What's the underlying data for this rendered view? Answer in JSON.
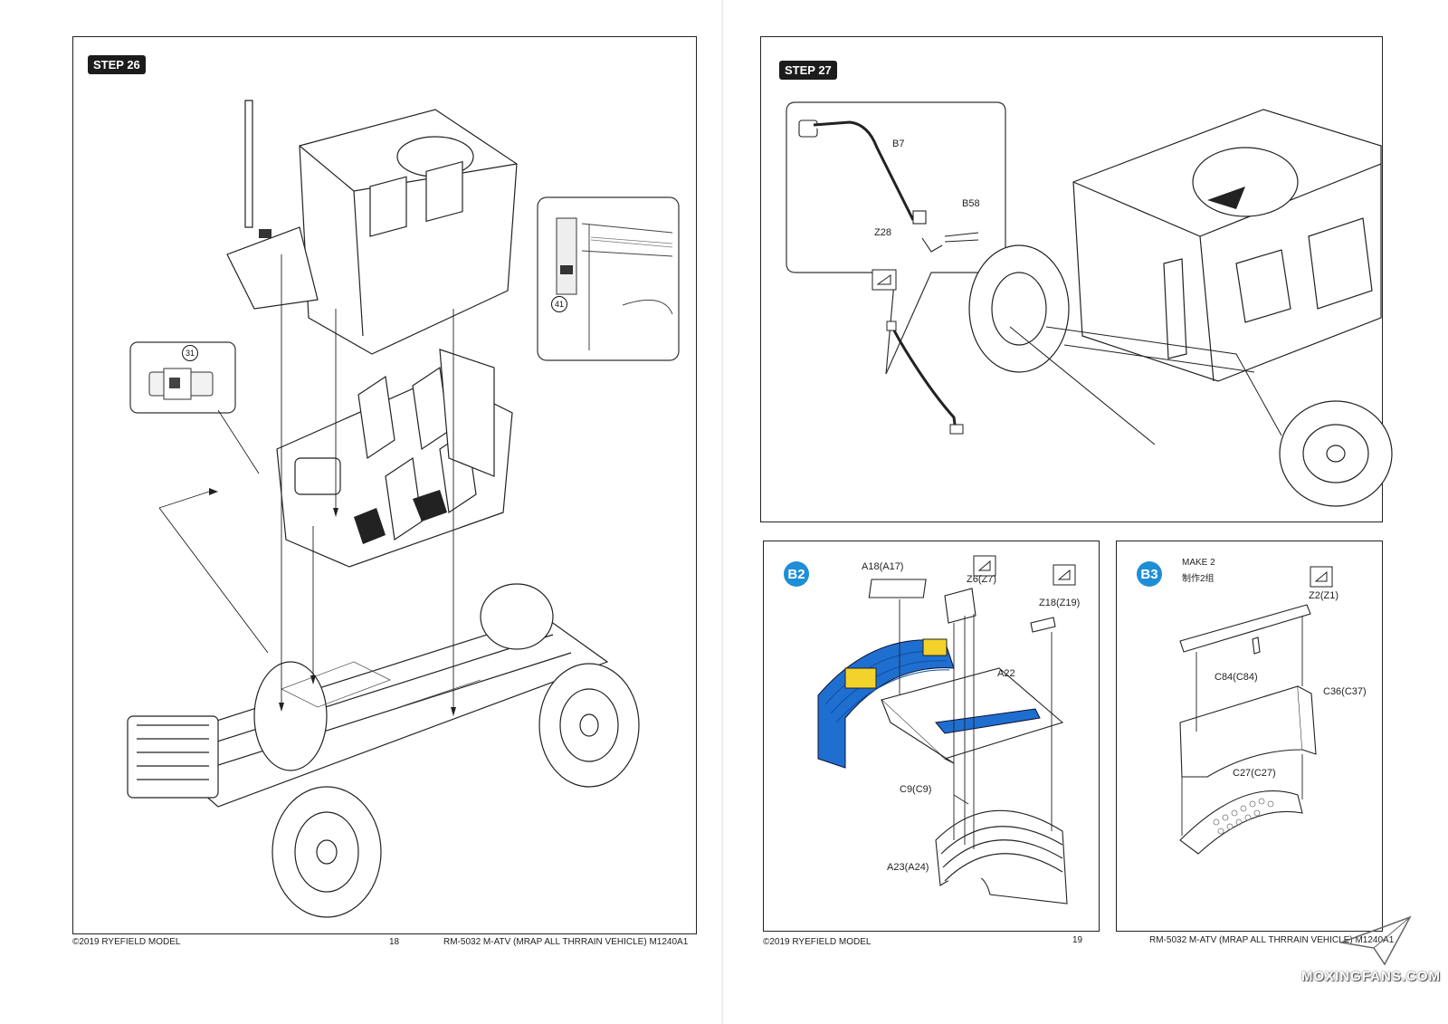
{
  "left_page": {
    "step_label": "STEP 26",
    "callouts": {
      "c31": "31",
      "c41": "41"
    },
    "footer": {
      "copyright": "©2019 RYEFIELD MODEL",
      "page_number": "18",
      "product": "RM-5032 M-ATV (MRAP ALL THRRAIN VEHICLE) M1240A1"
    }
  },
  "right_page": {
    "step_label": "STEP 27",
    "step27_parts": {
      "b7": "B7",
      "b58": "B58",
      "z28": "Z28"
    },
    "b2": {
      "badge": "B2",
      "parts": {
        "a18": "A18(A17)",
        "z6": "Z6(Z7)",
        "z18": "Z18(Z19)",
        "a22": "A22",
        "c9": "C9(C9)",
        "a23": "A23(A24)"
      }
    },
    "b3": {
      "badge": "B3",
      "make_en": "MAKE 2",
      "make_cn": "制作2组",
      "parts": {
        "z2": "Z2(Z1)",
        "c84": "C84(C84)",
        "c36": "C36(C37)",
        "c27": "C27(C27)"
      }
    },
    "footer": {
      "copyright": "©2019 RYEFIELD MODEL",
      "page_number": "19",
      "product": "RM-5032 M-ATV (MRAP ALL THRRAIN VEHICLE) M1240A1"
    }
  },
  "watermark": {
    "text": "MOXINGFANS.COM"
  },
  "colors": {
    "highlight_blue": "#1f6fd1",
    "highlight_yellow": "#f3d22b",
    "badge_blue": "#1e8ed6"
  }
}
